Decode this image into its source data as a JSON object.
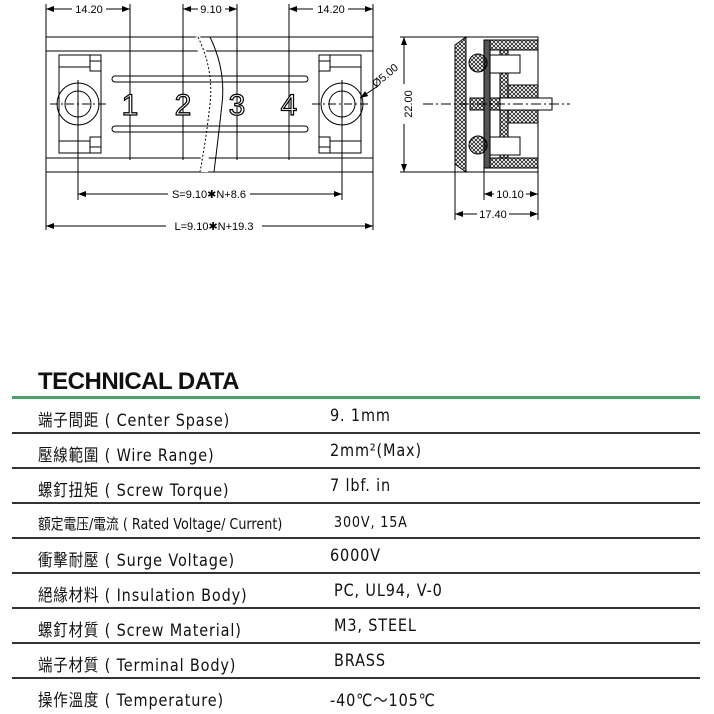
{
  "drawing": {
    "dim_left": "14.20",
    "dim_pitch": "9.10",
    "dim_right": "14.20",
    "dim_hole": "Ø5.00",
    "dim_s": "S=9.10✱N+8.6",
    "dim_l": "L=9.10✱N+19.3",
    "dim_height": "22.00",
    "dim_side_a": "10.10",
    "dim_side_b": "17.40",
    "pins": [
      "1",
      "2",
      "3",
      "4"
    ]
  },
  "section_title": "TECHNICAL DATA",
  "accent_color": "#4c9e6c",
  "rows": [
    {
      "label": "端子間距 ( Center Spase)",
      "value": "9. 1mm"
    },
    {
      "label": "壓線範圍 ( Wire Range)",
      "value": "2mm²(Max)"
    },
    {
      "label": "螺釘扭矩 ( Screw Torque)",
      "value": "7 lbf. in"
    },
    {
      "label": "額定電压/電流 ( Rated Voltage/ Current)",
      "value": "300V, 15A"
    },
    {
      "label": "衝擊耐壓 ( Surge Voltage)",
      "value": "6000V"
    },
    {
      "label": "絕緣材料 ( Insulation Body)",
      "value": "PC, UL94, V-0"
    },
    {
      "label": "螺釘材質 ( Screw Material)",
      "value": "M3, STEEL"
    },
    {
      "label": "端子材質 ( Terminal Body)",
      "value": "BRASS"
    },
    {
      "label": "操作溫度 ( Temperature)",
      "value": "-40℃～105℃"
    }
  ]
}
